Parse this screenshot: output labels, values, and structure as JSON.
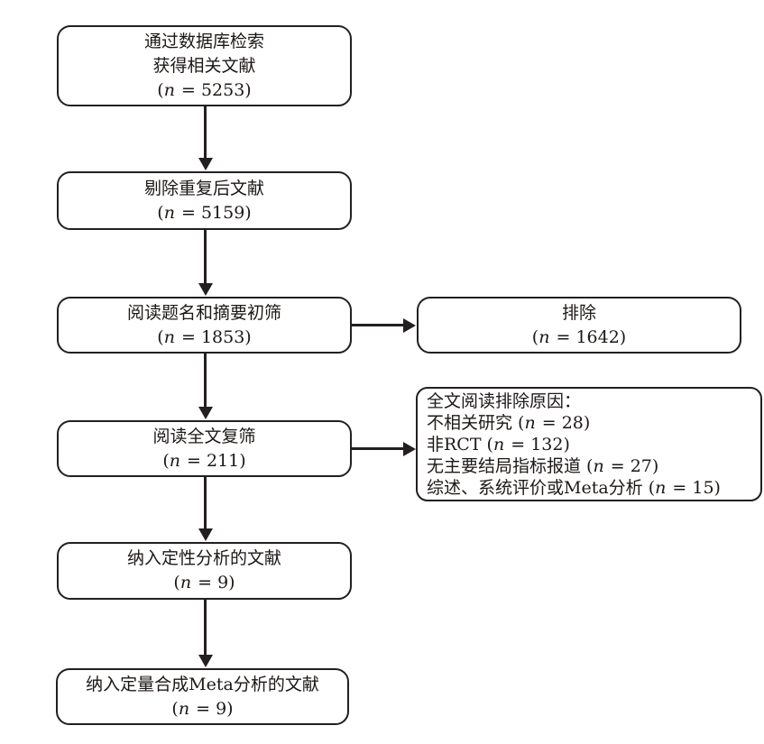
{
  "figure": {
    "type": "prisma-flow-diagram",
    "background_color": "#ffffff",
    "line_color": "#231f20"
  },
  "flow": {
    "boxes": {
      "database_search": {
        "line1": "通过数据库检索",
        "line2": "获得相关文献",
        "count": "(n = 5253)"
      },
      "deduplicated": {
        "line1": "剔除重复后文献",
        "count": "(n = 5159)"
      },
      "title_abstract_screen": {
        "line1": "阅读题名和摘要初筛",
        "count": "(n = 1853)"
      },
      "excluded": {
        "line1": "排除",
        "count": "(n = 1642)"
      },
      "fulltext_screen": {
        "line1": "阅读全文复筛",
        "count": "(n = 211)"
      },
      "fulltext_exclusion_reasons": {
        "title": "全文阅读排除原因：",
        "items": [
          "不相关研究 (n = 28)",
          "非RCT (n = 132)",
          "无主要结局指标报道 (n = 27)",
          "综述、系统评价或Meta分析 (n = 15)"
        ]
      },
      "qualitative_included": {
        "line1": "纳入定性分析的文献",
        "count": "(n = 9)"
      },
      "quantitative_included": {
        "line1": "纳入定量合成Meta分析的文献",
        "count": "(n = 9)"
      }
    }
  }
}
